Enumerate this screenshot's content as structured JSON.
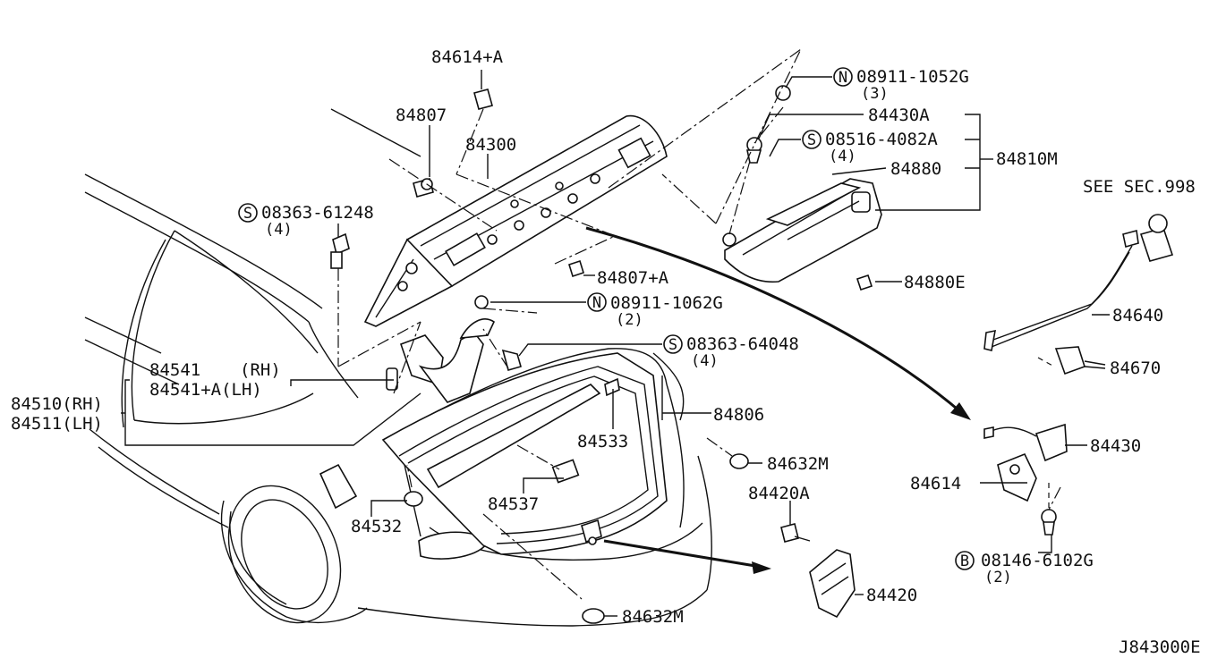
{
  "diagram": {
    "code": "J843000E",
    "see_ref": "SEE SEC.998",
    "parts": {
      "p84614A": "84614+A",
      "p84807": "84807",
      "p84300": "84300",
      "s0836361248": "08363-61248",
      "q4a": "(4)",
      "p84541": "84541",
      "p84541_rh": "(RH)",
      "p84541A": "84541+A(LH)",
      "p84510": "84510(RH)",
      "p84511": "84511(LH)",
      "n0891110526": "08911-1052G",
      "q3": "(3)",
      "p84430A": "84430A",
      "s085164082A": "08516-4082A",
      "q4b": "(4)",
      "p84880": "84880",
      "p84810M": "84810M",
      "p84880E": "84880E",
      "p84807A": "84807+A",
      "n089111062G": "08911-1062G",
      "q2a": "(2)",
      "s0836364048": "08363-64048",
      "q4c": "(4)",
      "p84806": "84806",
      "p84533": "84533",
      "p84632M_a": "84632M",
      "p84537": "84537",
      "p84532": "84532",
      "p84420A": "84420A",
      "p84420": "84420",
      "p84632M_b": "84632M",
      "p84640": "84640",
      "p84670": "84670",
      "p84430": "84430",
      "p84614": "84614",
      "b08146": "08146-6102G",
      "q2b": "(2)"
    },
    "markers": {
      "S": "S",
      "N": "N",
      "B": "B"
    }
  }
}
